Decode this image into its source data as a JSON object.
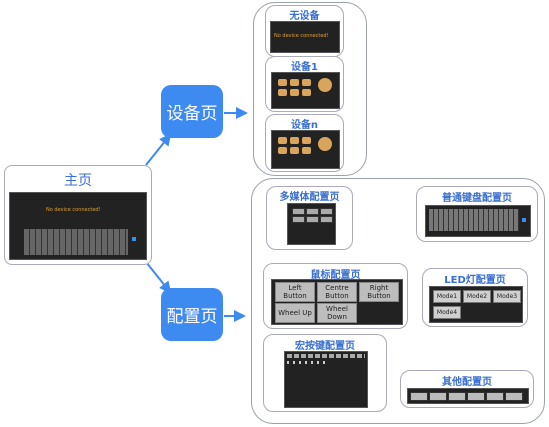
{
  "main_page": {
    "title": "主页",
    "no_device_text": "No device connected!"
  },
  "device_page": {
    "label": "设备页"
  },
  "config_page": {
    "label": "配置页"
  },
  "device_cards": {
    "no_device": {
      "title": "无设备",
      "message": "No device connected!"
    },
    "device1": {
      "title": "设备1"
    },
    "device_n": {
      "title": "设备n"
    }
  },
  "config_cards": {
    "media": {
      "title": "多媒体配置页"
    },
    "keyboard": {
      "title": "普通键盘配置页"
    },
    "mouse": {
      "title": "鼠标配置页",
      "buttons": [
        "Left Button",
        "Centre Button",
        "Right Button",
        "Wheel Up",
        "Wheel Down"
      ]
    },
    "led": {
      "title": "LED灯配置页",
      "modes": [
        "Mode1",
        "Mode2",
        "Mode3",
        "Mode4"
      ]
    },
    "macro": {
      "title": "宏按键配置页"
    },
    "other": {
      "title": "其他配置页"
    }
  },
  "colors": {
    "node_blue": "#3d8af0",
    "arrow_blue": "#3d8af0",
    "title_blue": "#3a6fd0",
    "warning_orange": "#e0a030"
  }
}
